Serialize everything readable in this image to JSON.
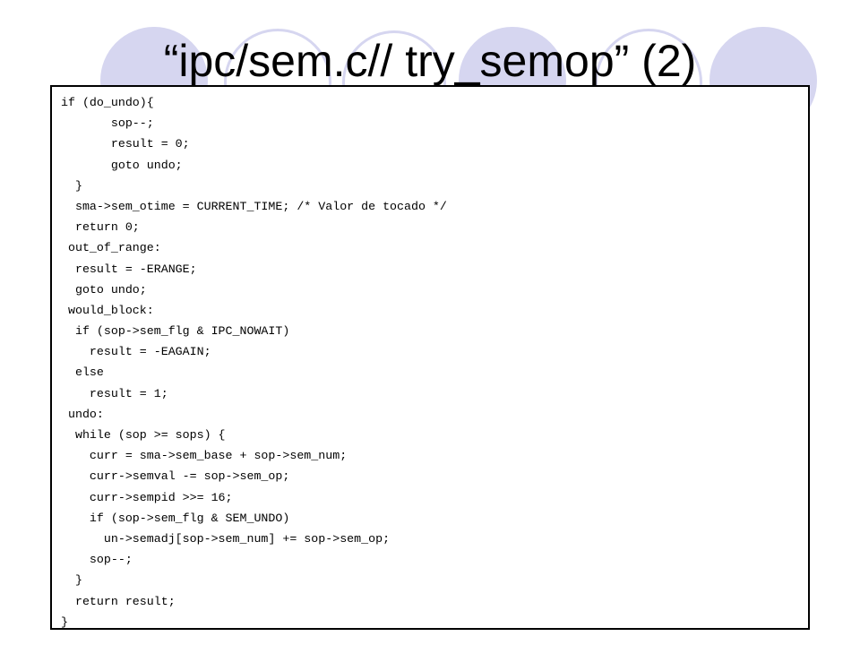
{
  "slide": {
    "title": "“ipc/sem.c// try_semop” (2)",
    "code_lines": [
      "if (do_undo){",
      "       sop--;",
      "       result = 0;",
      "       goto undo;",
      "  }",
      "  sma->sem_otime = CURRENT_TIME; /* Valor de tocado */",
      "  return 0;",
      " out_of_range:",
      "  result = -ERANGE;",
      "  goto undo;",
      " would_block:",
      "  if (sop->sem_flg & IPC_NOWAIT)",
      "    result = -EAGAIN;",
      "  else",
      "    result = 1;",
      " undo:",
      "  while (sop >= sops) {",
      "    curr = sma->sem_base + sop->sem_num;",
      "    curr->semval -= sop->sem_op;",
      "    curr->sempid >>= 16;",
      "    if (sop->sem_flg & SEM_UNDO)",
      "      un->semadj[sop->sem_num] += sop->sem_op;",
      "    sop--;",
      "  }",
      "  return result;",
      "}"
    ]
  },
  "colors": {
    "decoration": "#d6d6f0",
    "text": "#000000",
    "border": "#000000"
  }
}
